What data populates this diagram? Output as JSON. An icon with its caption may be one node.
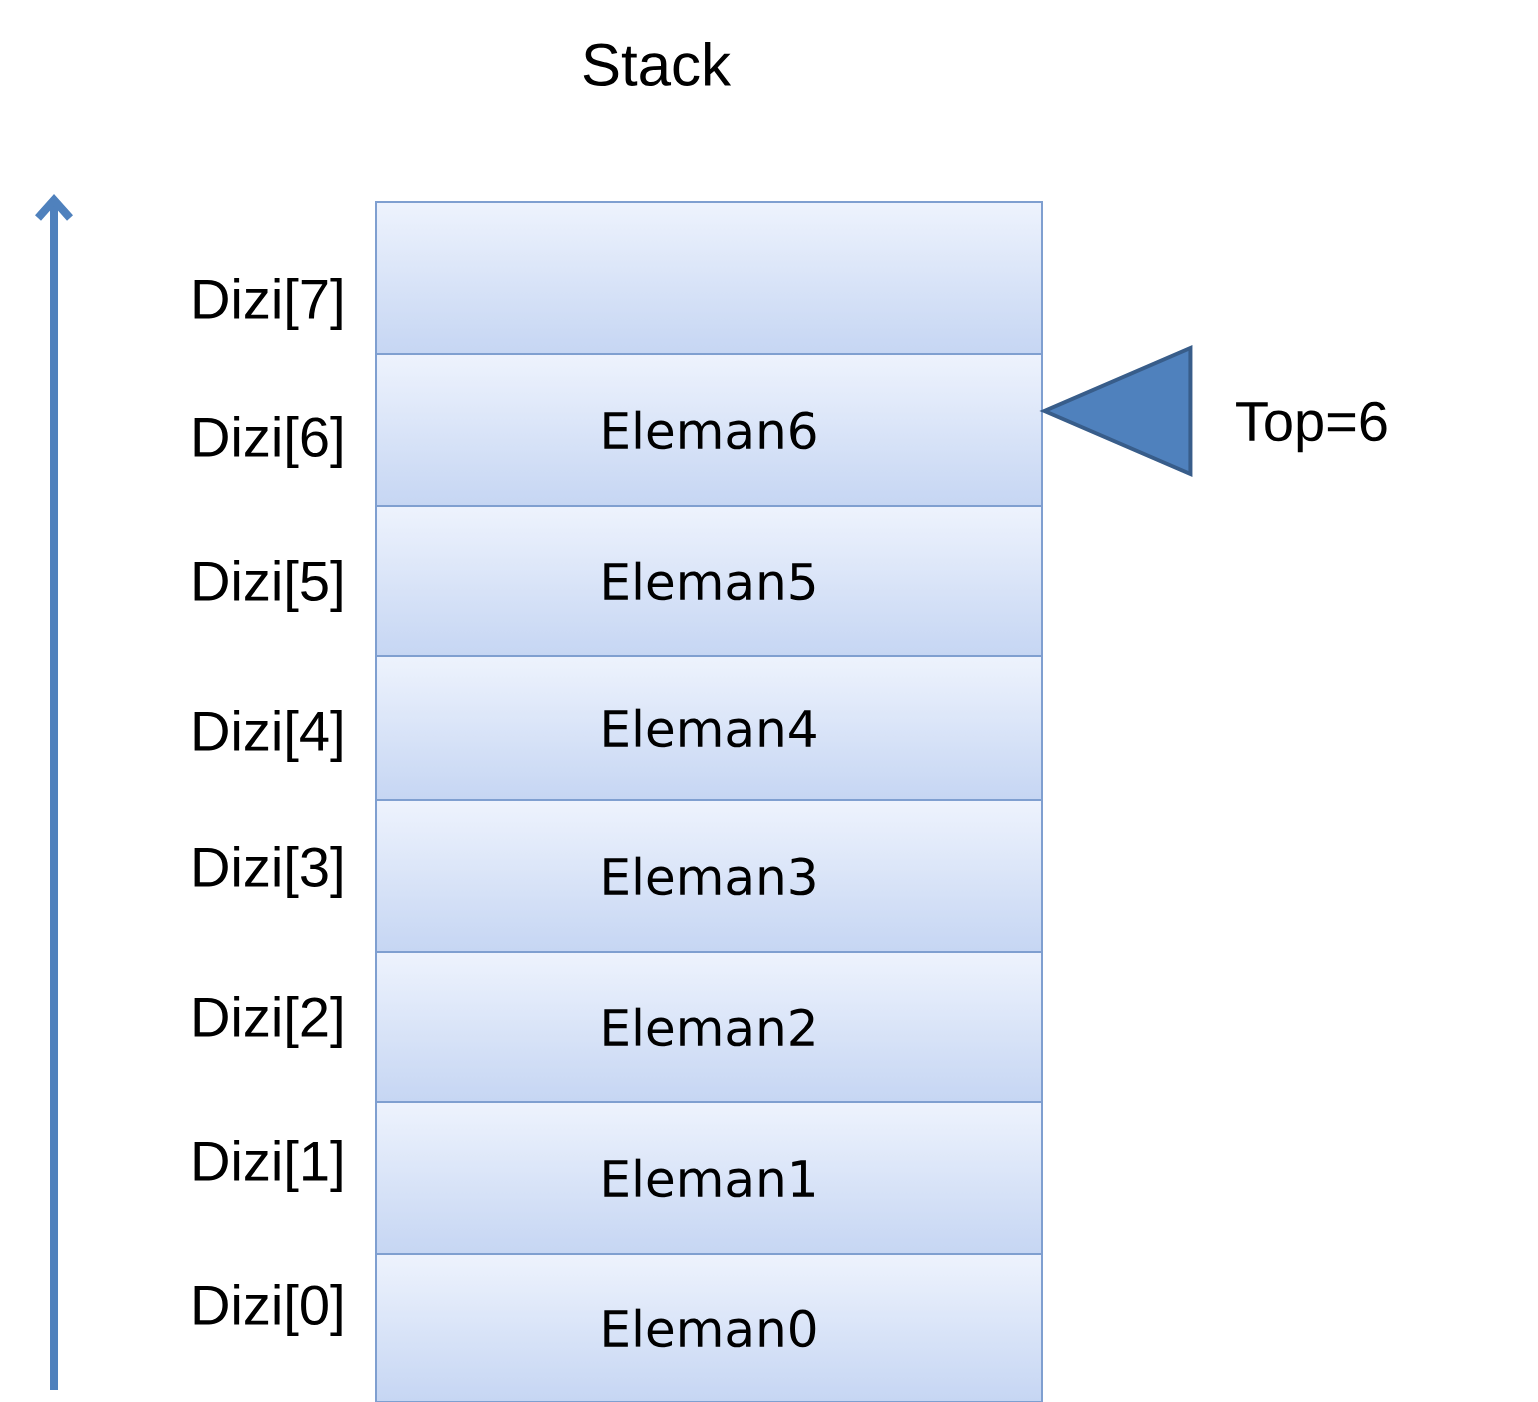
{
  "diagram": {
    "title": "Stack",
    "nodes": [
      {
        "text": [],
        "shape": "box"
      },
      {
        "text": [
          "Eleman6"
        ]
      },
      {
        "text": [
          "Eleman5"
        ]
      },
      {
        "text": [
          "Eleman4"
        ]
      },
      {
        "text": [
          "Eleman3"
        ]
      },
      {
        "text": [
          "Eleman2"
        ]
      },
      {
        "text": [
          "Eleman1"
        ]
      },
      {
        "text": [
          "Eleman0"
        ]
      },
      {
        "text": [],
        "shape": "triangle",
        "beside": [
          "Top=6"
        ]
      }
    ],
    "labels": [
      "Dizi[7]",
      "Dizi[6]",
      "Dizi[5]",
      "Dizi[4]",
      "Dizi[3]",
      "Dizi[2]",
      "Dizi[1]",
      "Dizi[0]"
    ]
  }
}
